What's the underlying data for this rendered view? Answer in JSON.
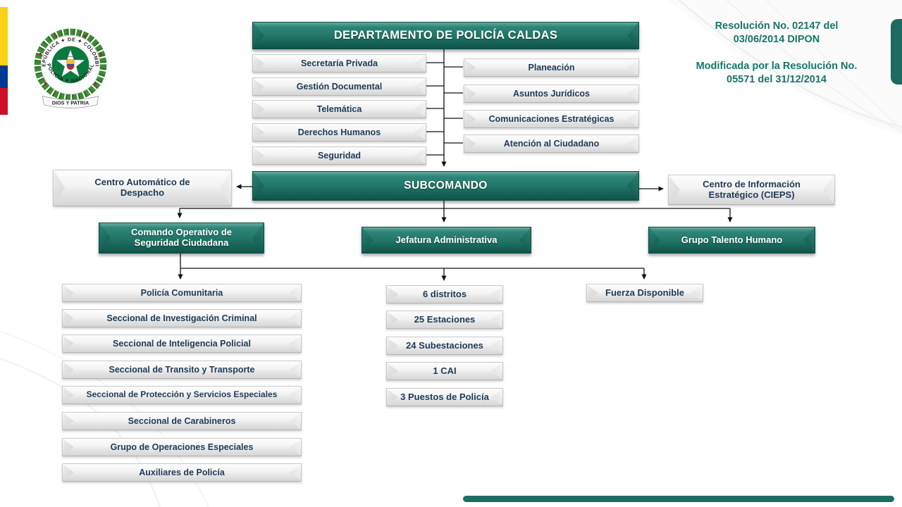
{
  "title_box": "DEPARTAMENTO DE POLICÍA CALDAS",
  "resolution_note": {
    "line1": "Resolución No. 02147 del",
    "line2": "03/06/2014 DIPON",
    "line3": "Modificada por la Resolución No.",
    "line4": "05571 del 31/12/2014"
  },
  "logo": {
    "top_text": "REPÚBLICA ✦ DE ✦ COLOMBIA",
    "bottom_text": "POLICÍA ✦ NACIONAL",
    "ribbon_text": "DIOS Y PATRIA"
  },
  "org": {
    "left_staff": [
      "Secretaría Privada",
      "Gestión Documental",
      "Telemática",
      "Derechos Humanos",
      "Seguridad"
    ],
    "right_staff": [
      "Planeación",
      "Asuntos Jurídicos",
      "Comunicaciones Estratégicas",
      "Atención al Ciudadano"
    ],
    "subcomando": "SUBCOMANDO",
    "left_unit": "Centro Automático de Despacho",
    "right_unit": "Centro de Información Estratégico (CIEPS)",
    "commands": [
      "Comando Operativo de Seguridad Ciudadana",
      "Jefatura Administrativa",
      "Grupo Talento Humano"
    ],
    "operative_units": [
      "Policía Comunitaria",
      "Seccional de Investigación Criminal",
      "Seccional de Inteligencia Policial",
      "Seccional de Transito y Transporte",
      "Seccional de Protección y Servicios Especiales",
      "Seccional de Carabineros",
      "Grupo de Operaciones Especiales",
      "Auxiliares de Policía"
    ],
    "admin_units": [
      "6 distritos",
      "25 Estaciones",
      "24 Subestaciones",
      "1 CAI",
      "3 Puestos de Policía"
    ],
    "talento_units": [
      "Fuerza Disponible"
    ]
  },
  "colors": {
    "teal_box": "#1e7265",
    "teal_dark": "#0f5349",
    "box_text_navy": "#1f3a56",
    "note_teal": "#17756a",
    "flag_yellow": "#FCD116",
    "flag_blue": "#003893",
    "flag_red": "#CE1126",
    "bottom_bar": "#1e6f63"
  }
}
